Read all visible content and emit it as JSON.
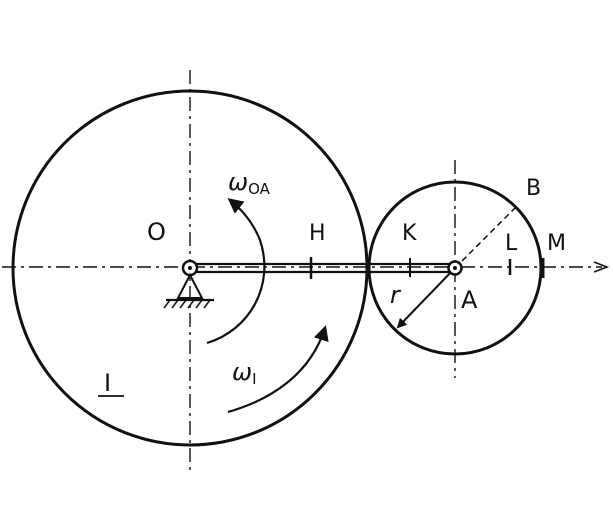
{
  "labels": {
    "O": "O",
    "H": "H",
    "K": "K",
    "A": "A",
    "L": "L",
    "M": "M",
    "B": "B",
    "r": "r",
    "gear_I": "I",
    "omega_oa": {
      "symbol": "ω",
      "sub": "OA"
    },
    "omega_i": {
      "symbol": "ω",
      "sub": "I"
    }
  },
  "colors": {
    "ink": "#111111",
    "background": "#ffffff"
  }
}
